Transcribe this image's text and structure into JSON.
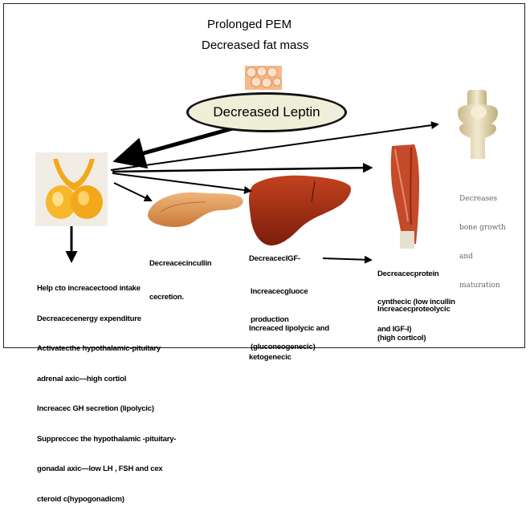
{
  "title_line1": "Prolonged PEM",
  "title_line2": "Decreased fat mass",
  "leptin_label": "Decreased Leptin",
  "pituitary_effects": [
    "Help cto increacectood intake",
    "Decreacecenergy expenditure",
    "Activatecthe hypothalamic-pituitary",
    "adrenal axic—high cortiol",
    "Increacec GH secretion (lipolycic)",
    "Suppreccec the hypothalamic -pituitary-",
    "gonadal axic—low LH , FSH and cex",
    "cteroid c(hypogonadicm)"
  ],
  "pancreas_effect": [
    "Decreacecincullin",
    "cecretion."
  ],
  "liver_effect_igf": "DecreacecIGF-",
  "liver_effects": [
    "Increacecgluoce",
    "production",
    "(gluconeogenecic)"
  ],
  "liver_effects_2": [
    "Increaced lipolycic and",
    "ketogenecic"
  ],
  "muscle_effect_1": [
    "Decreacecprotein",
    "cynthecic (low incullin",
    "and IGF-I)"
  ],
  "muscle_effect_2": [
    "Increacecproteolycic",
    "(high corticol)"
  ],
  "bone_effect": [
    "Decreases",
    "bone growth",
    "and",
    "maturation"
  ],
  "colors": {
    "ellipse_fill": "#efeed8",
    "pituitary": "#f2a81a",
    "liver": "#a02c12",
    "pancreas": "#e39a5a",
    "muscle": "#c44a2a",
    "bone": "#e8dcb5"
  },
  "icons": [
    "fat-tissue-icon",
    "pituitary-gland-icon",
    "pancreas-icon",
    "liver-icon",
    "muscle-icon",
    "knee-bone-icon"
  ]
}
